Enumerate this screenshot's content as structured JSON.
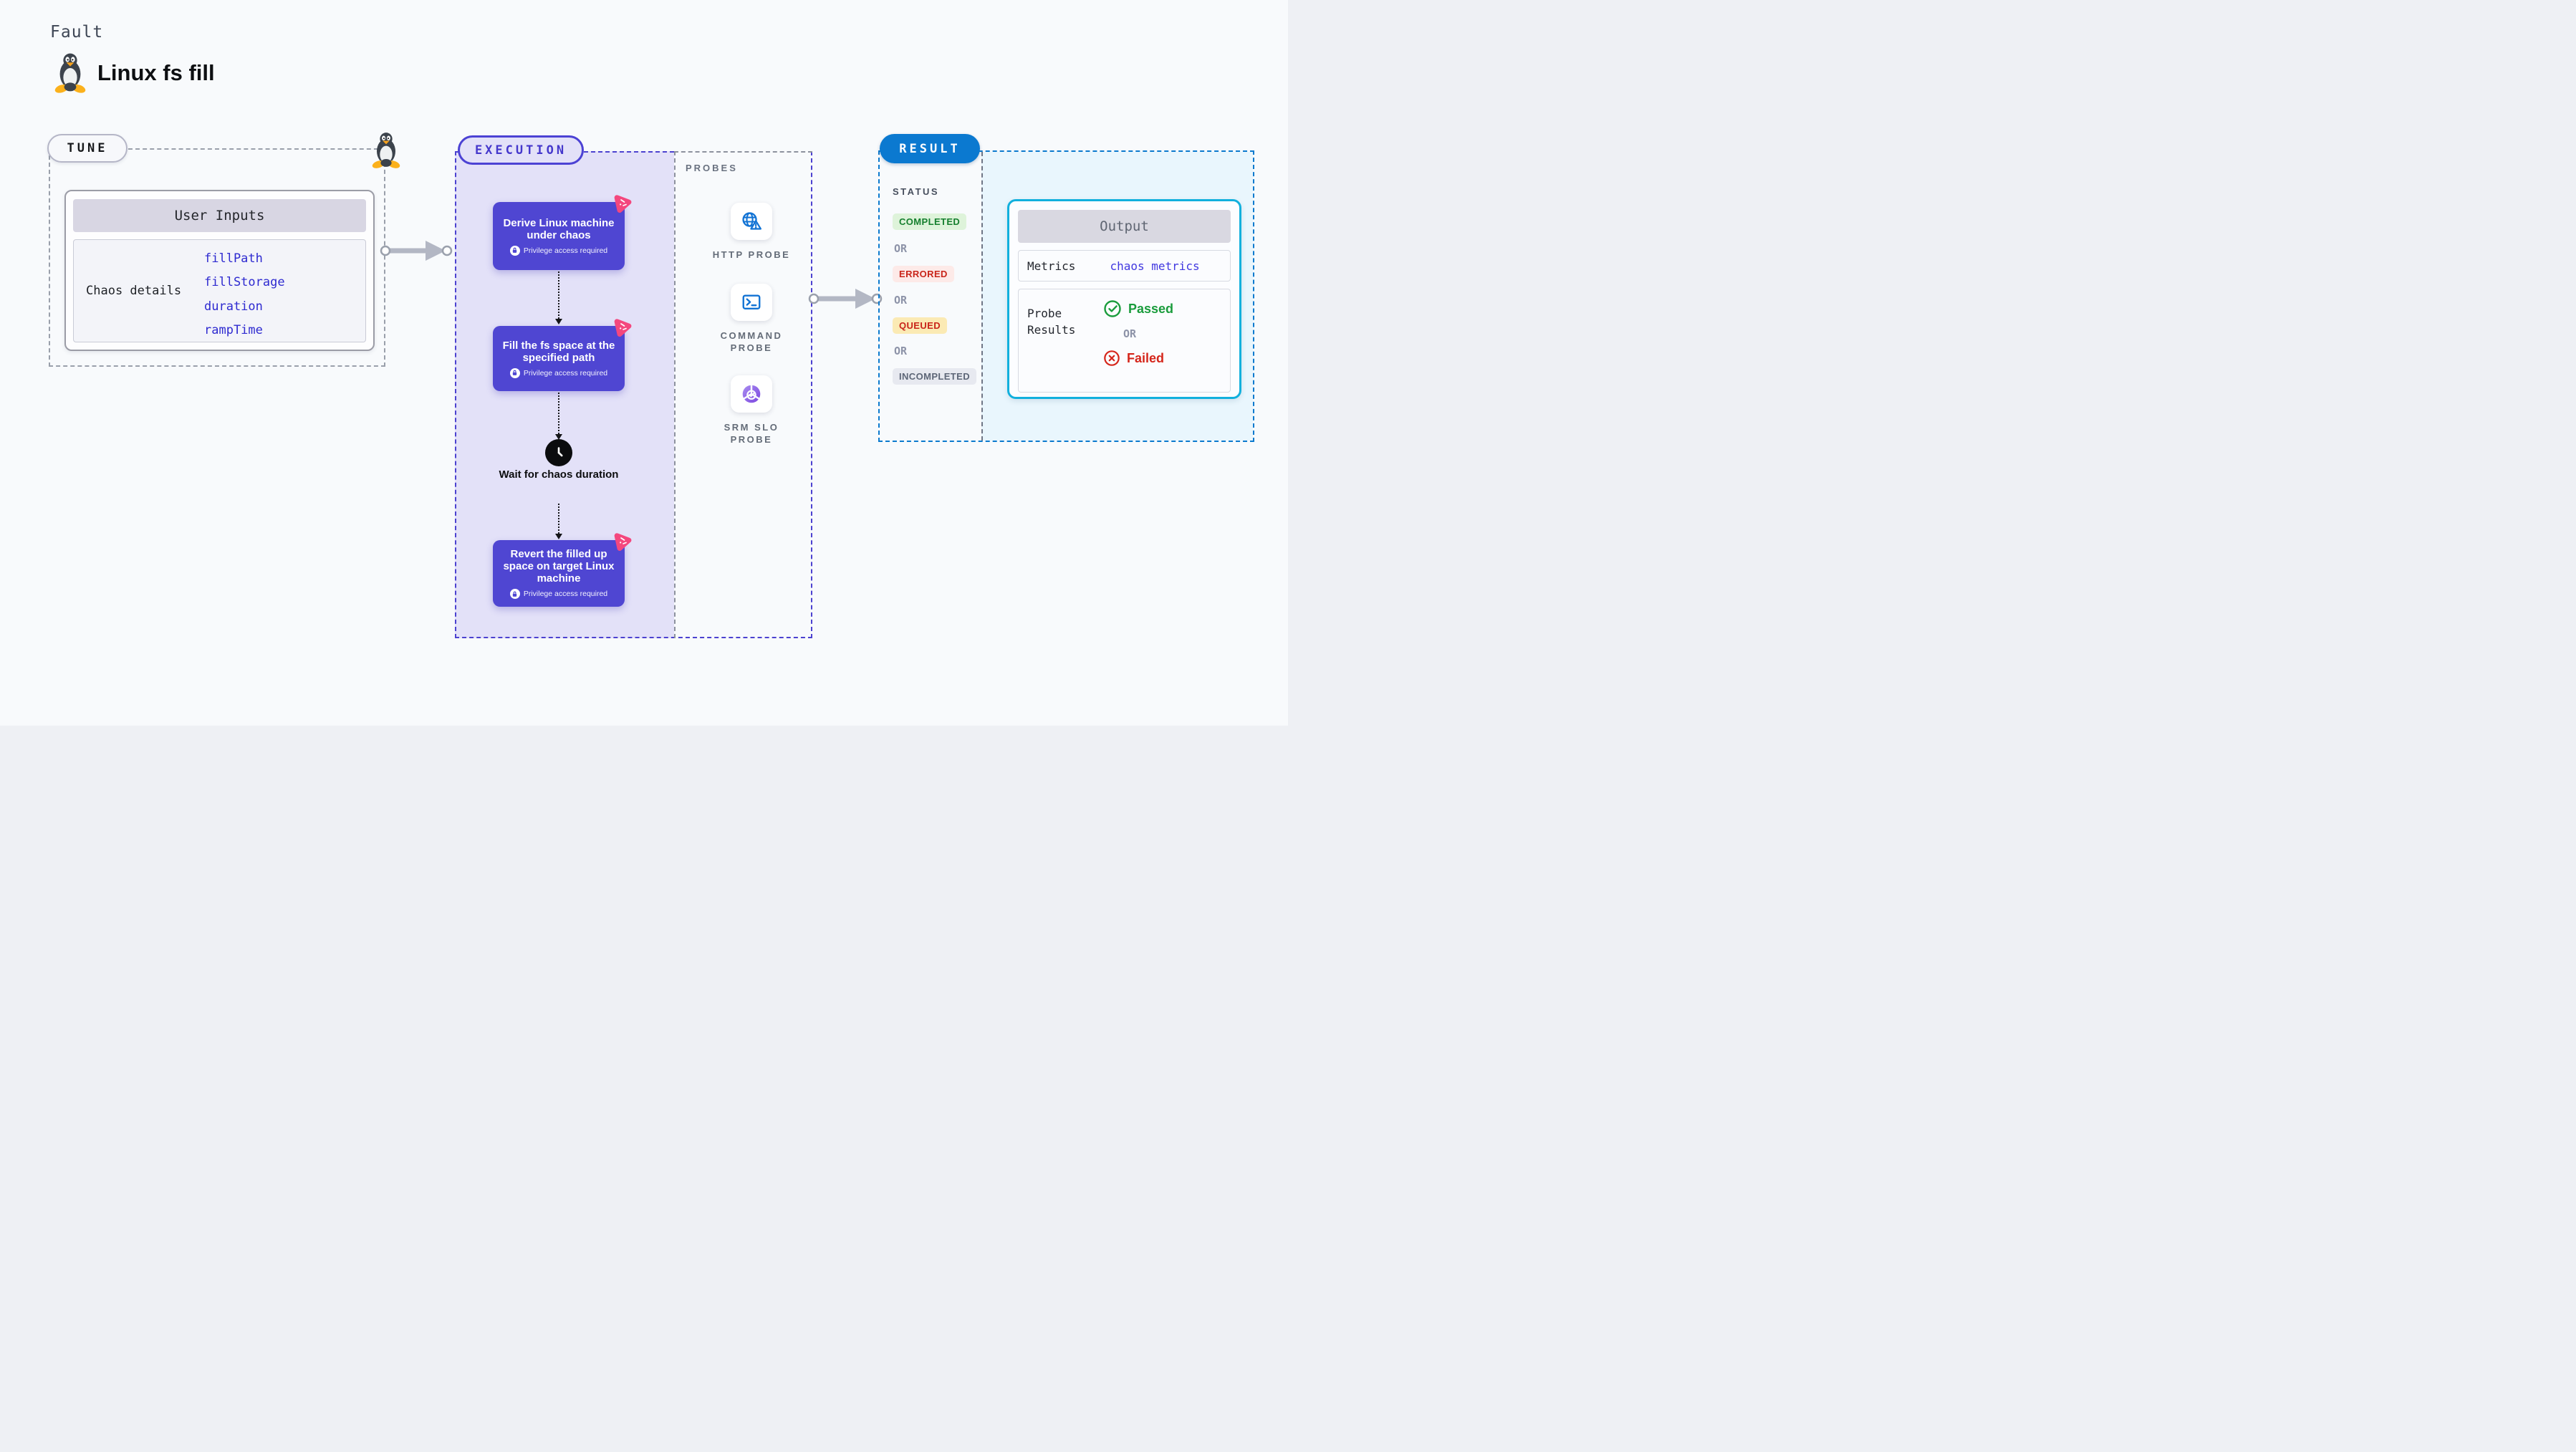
{
  "page": {
    "kicker": "Fault",
    "title": "Linux fs fill"
  },
  "tune": {
    "label": "TUNE",
    "user_inputs": {
      "title": "User Inputs",
      "group_label": "Chaos details",
      "fields": [
        "fillPath",
        "fillStorage",
        "duration",
        "rampTime"
      ]
    }
  },
  "execution": {
    "label": "EXECUTION",
    "steps": [
      {
        "title": "Derive Linux machine under chaos",
        "note": "Privilege access required"
      },
      {
        "title": "Fill the fs space at the specified path",
        "note": "Privilege access required"
      },
      {
        "title": "Revert the filled up space on target Linux machine",
        "note": "Privilege access required"
      }
    ],
    "wait_step": "Wait for chaos duration",
    "probes": {
      "label": "PROBES",
      "items": [
        "HTTP PROBE",
        "COMMAND PROBE",
        "SRM SLO PROBE"
      ]
    }
  },
  "result": {
    "label": "RESULT",
    "status": {
      "label": "STATUS",
      "separator": "OR",
      "values": [
        "COMPLETED",
        "ERRORED",
        "QUEUED",
        "INCOMPLETED"
      ]
    },
    "output": {
      "title": "Output",
      "metrics_label": "Metrics",
      "metrics_value": "chaos metrics",
      "probe_results_label": "Probe Results",
      "passed": "Passed",
      "separator": "OR",
      "failed": "Failed"
    }
  },
  "colors": {
    "page_bg": "#f8fafc",
    "execution_accent": "#4c42d4",
    "execution_fill": "#e3e1f8",
    "step_card": "#4f46d2",
    "litmus_pink": "#f4477e",
    "result_blue": "#0b79d0",
    "output_border": "#12b0dd",
    "link_blue": "#2e2ad0",
    "passed_green": "#1a9c3c",
    "failed_red": "#d5261b",
    "completed_badge": "#def3da",
    "errored_badge": "#fdeae8",
    "queued_badge": "#fbeab4",
    "incompleted_badge": "#e7e9f0",
    "probe_icon_blue": "#1273d4",
    "connector_gray": "#b3b7c4"
  }
}
